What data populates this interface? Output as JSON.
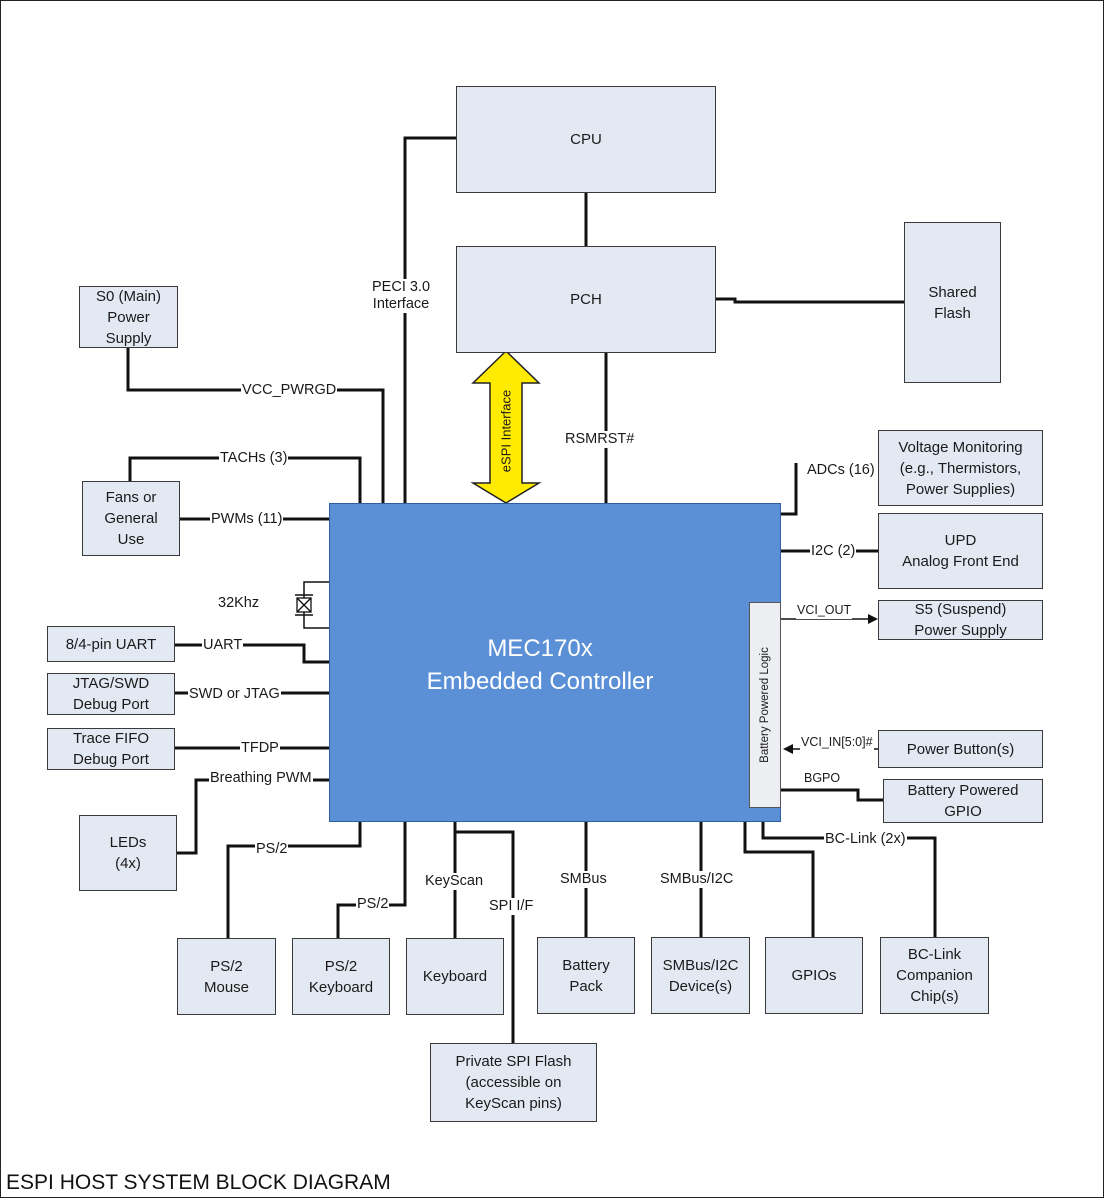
{
  "caption": "ESPI HOST SYSTEM BLOCK DIAGRAM",
  "controller": {
    "title": "MEC170x\nEmbedded Controller",
    "battery_powered_logic": "Battery Powered Logic",
    "fill_color": "#5b8fd6"
  },
  "espi": {
    "label": "eSPI Interface",
    "arrow_color": "#ffeb00"
  },
  "blocks": {
    "cpu": "CPU",
    "pch": "PCH",
    "shared_flash": "Shared\nFlash",
    "s0_power": "S0 (Main)\nPower\nSupply",
    "fans": "Fans or\nGeneral\nUse",
    "uart": "8/4-pin UART",
    "jtag": "JTAG/SWD\nDebug Port",
    "trace": "Trace FIFO\nDebug Port",
    "leds": "LEDs\n(4x)",
    "ps2_mouse": "PS/2\nMouse",
    "ps2_keyboard": "PS/2\nKeyboard",
    "keyboard": "Keyboard",
    "spi_flash": "Private SPI Flash\n(accessible on\nKeyScan pins)",
    "battery_pack": "Battery\nPack",
    "smbus_device": "SMBus/I2C\nDevice(s)",
    "gpios": "GPIOs",
    "bclink_chip": "BC-Link\nCompanion\nChip(s)",
    "voltage_mon": "Voltage Monitoring\n(e.g., Thermistors,\nPower Supplies)",
    "upd": "UPD\nAnalog Front End",
    "s5_power": "S5 (Suspend)\nPower Supply",
    "power_button": "Power Button(s)",
    "bat_gpio": "Battery Powered\nGPIO"
  },
  "signals": {
    "peci": "PECI 3.0\nInterface",
    "vcc_pwrgd": "VCC_PWRGD",
    "tachs": "TACHs (3)",
    "pwms": "PWMs (11)",
    "xtal": "32Khz",
    "uart": "UART",
    "swd": "SWD or JTAG",
    "tfdp": "TFDP",
    "breathing": "Breathing PWM",
    "rsmrst": "RSMRST#",
    "adcs": "ADCs (16)",
    "i2c": "I2C (2)",
    "vci_out": "VCI_OUT",
    "vci_in": "VCI_IN[5:0]#",
    "bgpo": "BGPO",
    "bclink": "BC-Link (2x)",
    "ps2_a": "PS/2",
    "ps2_b": "PS/2",
    "keyscan": "KeyScan",
    "spi_if": "SPI I/F",
    "smbus": "SMBus",
    "smbus_i2c": "SMBus/I2C"
  }
}
